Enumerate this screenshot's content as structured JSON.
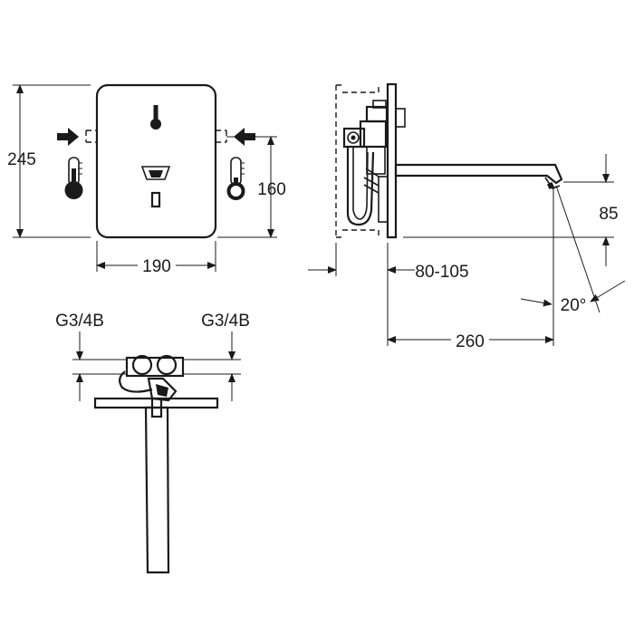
{
  "dimensions": {
    "front_height": "245",
    "front_width": "190",
    "inlet_height": "160",
    "side_depth": "80-105",
    "spout_projection": "260",
    "spout_height": "85",
    "spout_angle": "20°",
    "inlet_left": "G3/4B",
    "inlet_right": "G3/4B"
  },
  "symbols": {
    "hot_indicator": "thermometer-hot-icon",
    "cold_indicator": "thermometer-cold-icon",
    "inlet_arrows": "arrow-right-icon"
  },
  "colors": {
    "line": "#1a1a1a",
    "background": "#ffffff"
  }
}
